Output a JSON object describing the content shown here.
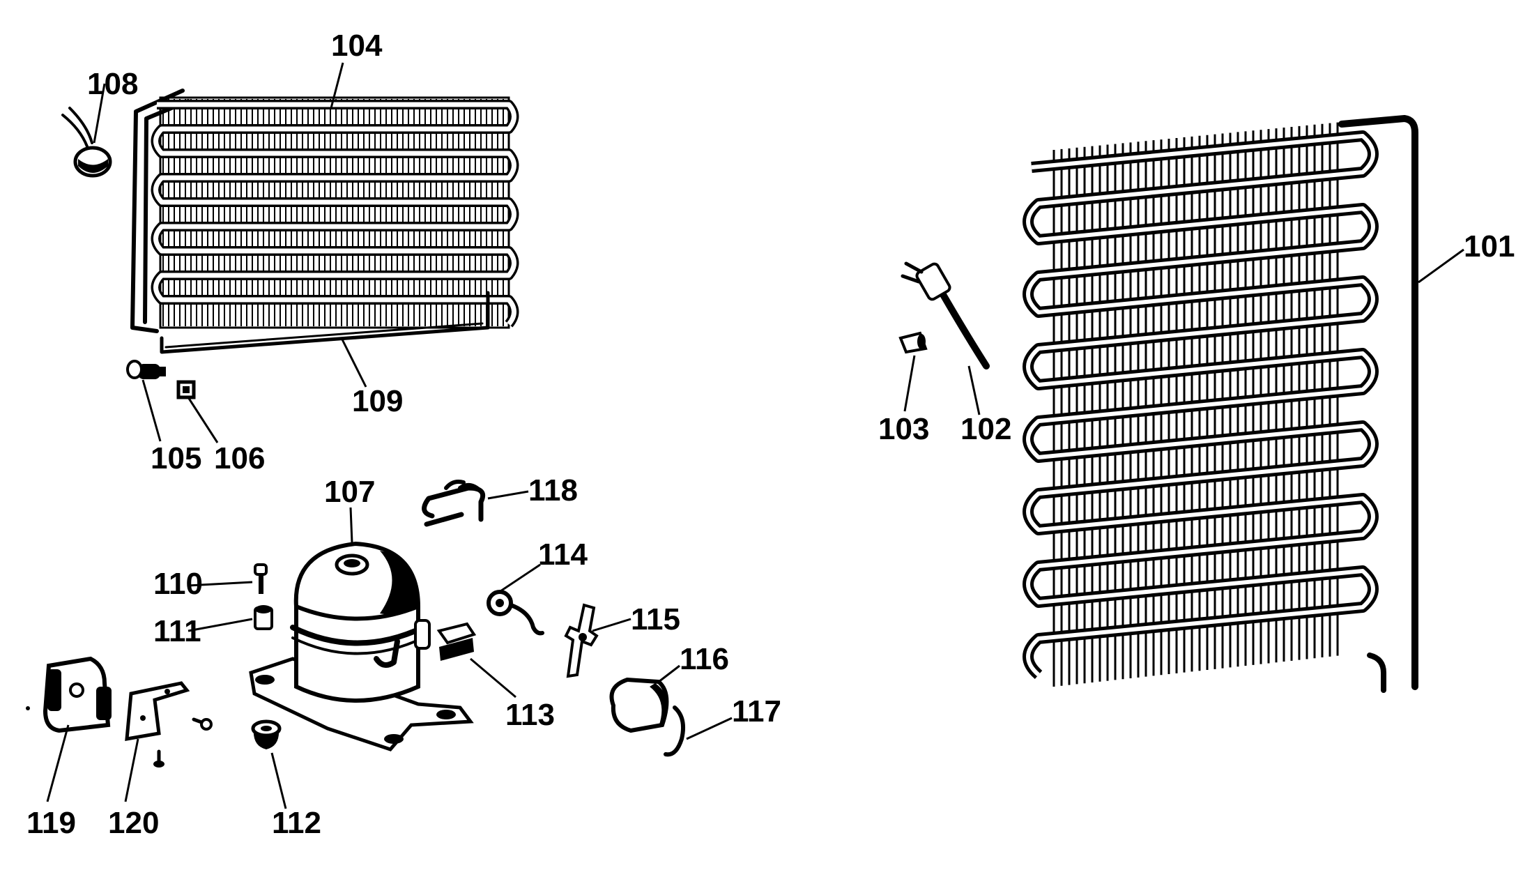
{
  "labels": {
    "p101": "101",
    "p102": "102",
    "p103": "103",
    "p104": "104",
    "p105": "105",
    "p106": "106",
    "p107": "107",
    "p108": "108",
    "p109": "109",
    "p110": "110",
    "p111": "111",
    "p112": "112",
    "p113": "113",
    "p114": "114",
    "p115": "115",
    "p116": "116",
    "p117": "117",
    "p118": "118",
    "p119": "119",
    "p120": "120"
  },
  "colors": {
    "ink": "#000000",
    "background": "#ffffff"
  }
}
